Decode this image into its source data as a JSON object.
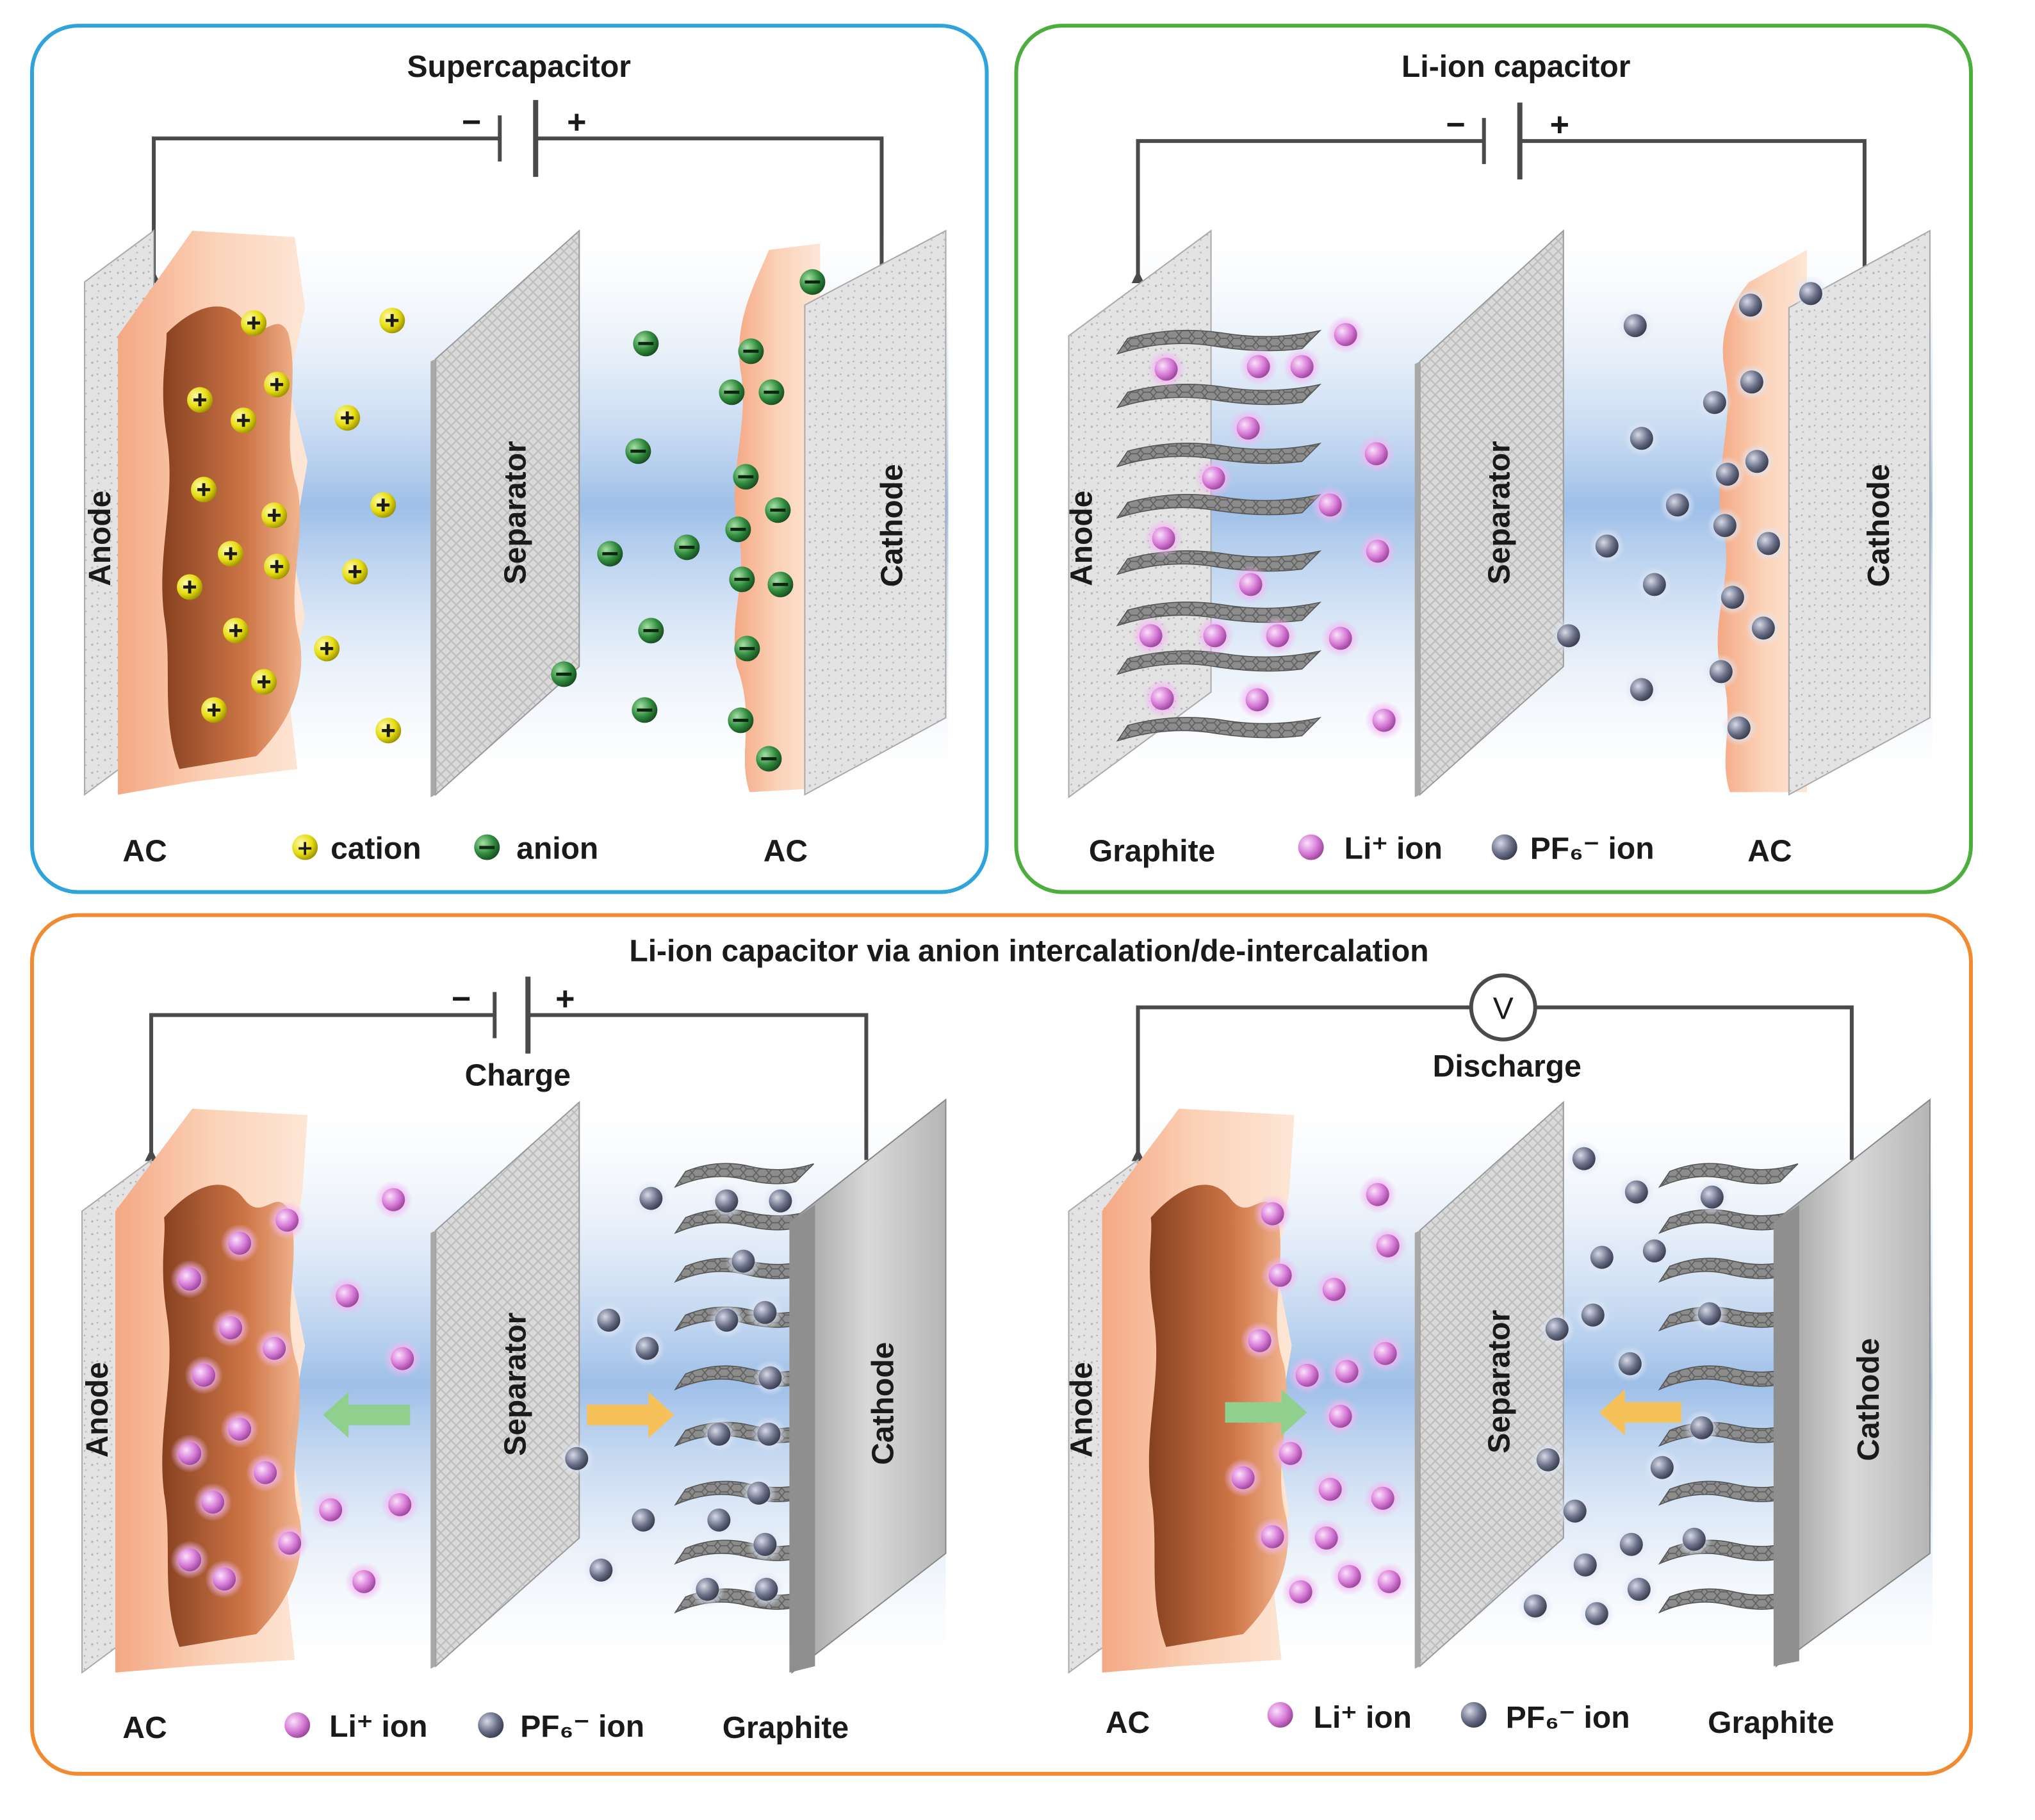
{
  "panels": {
    "supercapacitor": {
      "title": "Supercapacitor",
      "anode_label": "Anode",
      "separator_label": "Separator",
      "cathode_label": "Cathode",
      "left_material": "AC",
      "right_material": "AC",
      "terminal_minus": "−",
      "terminal_plus": "+",
      "legend": [
        {
          "text": "cation",
          "icon": "cation-plus-icon"
        },
        {
          "text": "anion",
          "icon": "anion-minus-icon"
        }
      ]
    },
    "li_ion_capacitor": {
      "title": "Li-ion capacitor",
      "anode_label": "Anode",
      "separator_label": "Separator",
      "cathode_label": "Cathode",
      "left_material": "Graphite",
      "right_material": "AC",
      "terminal_minus": "−",
      "terminal_plus": "+",
      "legend": [
        {
          "text": "Li⁺ ion",
          "icon": "li-ion-icon"
        },
        {
          "text": "PF₆⁻ ion",
          "icon": "pf6-ion-icon"
        }
      ]
    },
    "anion_intercalation": {
      "title": "Li-ion capacitor via anion intercalation/de-intercalation",
      "charge": {
        "state_label": "Charge",
        "anode_label": "Anode",
        "separator_label": "Separator",
        "cathode_label": "Cathode",
        "left_material": "AC",
        "right_material": "Graphite",
        "terminal_minus": "−",
        "terminal_plus": "+",
        "legend": [
          {
            "text": "Li⁺ ion",
            "icon": "li-ion-icon"
          },
          {
            "text": "PF₆⁻ ion",
            "icon": "pf6-ion-icon"
          }
        ]
      },
      "discharge": {
        "state_label": "Discharge",
        "voltmeter_label": "V",
        "anode_label": "Anode",
        "separator_label": "Separator",
        "cathode_label": "Cathode",
        "left_material": "AC",
        "right_material": "Graphite",
        "legend": [
          {
            "text": "Li⁺ ion",
            "icon": "li-ion-icon"
          },
          {
            "text": "PF₆⁻ ion",
            "icon": "pf6-ion-icon"
          }
        ]
      }
    }
  },
  "colors": {
    "frame_supercapacitor": "#2ea3dc",
    "frame_li_ion": "#4cae3c",
    "frame_intercalation": "#f28a30",
    "electrolyte": "#a9c7ea",
    "activated_carbon": "#f7b48d",
    "cation": "#f2ea1c",
    "anion": "#2f7d3c",
    "li_ion": "#d67ad6",
    "pf6_ion": "#5e6478",
    "arrow_li": "#8fd08f",
    "arrow_pf6": "#f7c15a",
    "wire": "#4a4a4a"
  }
}
